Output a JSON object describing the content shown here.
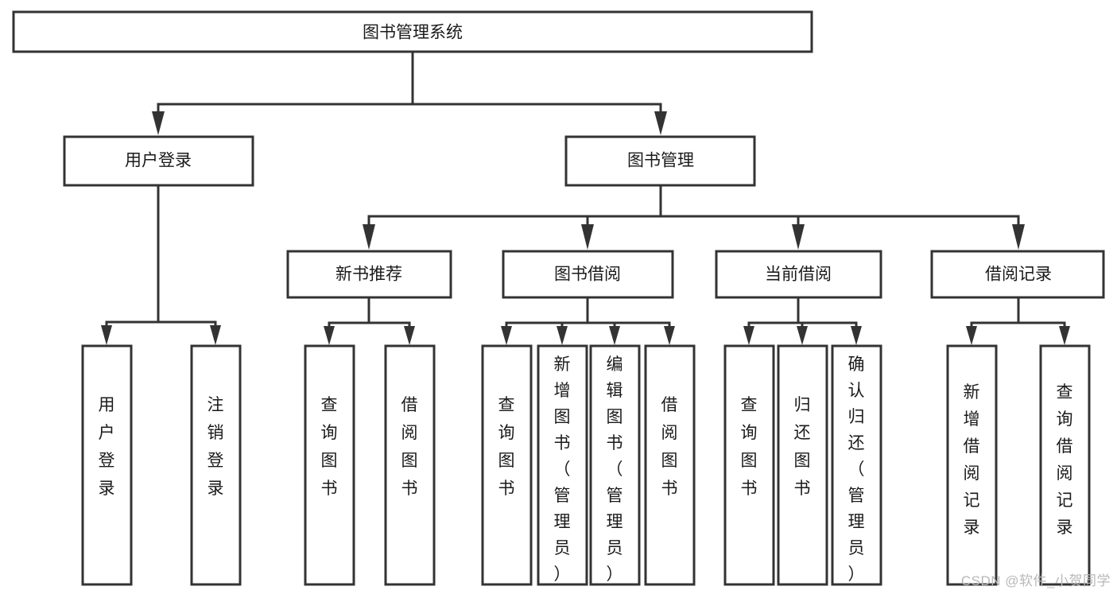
{
  "diagram": {
    "title": "图书管理系统",
    "type": "tree-hierarchy-chart",
    "watermark": "CSDN @软件_小贺同学",
    "colors": {
      "box_stroke": "#333333",
      "box_fill": "#ffffff",
      "label_text": "#1a1a1a",
      "watermark_text": "#b8b8b8",
      "background": "#ffffff"
    },
    "levels": {
      "root": {
        "label": "图书管理系统",
        "orientation": "horizontal"
      },
      "level2": [
        {
          "label": "用户登录",
          "orientation": "horizontal"
        },
        {
          "label": "图书管理",
          "orientation": "horizontal"
        }
      ],
      "level3": [
        {
          "label": "新书推荐",
          "orientation": "horizontal",
          "parent": "图书管理"
        },
        {
          "label": "图书借阅",
          "orientation": "horizontal",
          "parent": "图书管理"
        },
        {
          "label": "当前借阅",
          "orientation": "horizontal",
          "parent": "图书管理"
        },
        {
          "label": "借阅记录",
          "orientation": "horizontal",
          "parent": "图书管理"
        }
      ],
      "leaves": [
        {
          "label": "用户登录",
          "orientation": "vertical",
          "parent": "用户登录"
        },
        {
          "label": "注销登录",
          "orientation": "vertical",
          "parent": "用户登录"
        },
        {
          "label": "查询图书",
          "orientation": "vertical",
          "parent": "新书推荐"
        },
        {
          "label": "借阅图书",
          "orientation": "vertical",
          "parent": "新书推荐"
        },
        {
          "label": "查询图书",
          "orientation": "vertical",
          "parent": "图书借阅"
        },
        {
          "label": "新增图书（管理员）",
          "orientation": "vertical",
          "parent": "图书借阅"
        },
        {
          "label": "编辑图书（管理员）",
          "orientation": "vertical",
          "parent": "图书借阅"
        },
        {
          "label": "借阅图书",
          "orientation": "vertical",
          "parent": "图书借阅"
        },
        {
          "label": "查询图书",
          "orientation": "vertical",
          "parent": "当前借阅"
        },
        {
          "label": "归还图书",
          "orientation": "vertical",
          "parent": "当前借阅"
        },
        {
          "label": "确认归还（管理员）",
          "orientation": "vertical",
          "parent": "当前借阅"
        },
        {
          "label": "新增借阅记录",
          "orientation": "vertical",
          "parent": "借阅记录"
        },
        {
          "label": "查询借阅记录",
          "orientation": "vertical",
          "parent": "借阅记录"
        }
      ]
    }
  }
}
